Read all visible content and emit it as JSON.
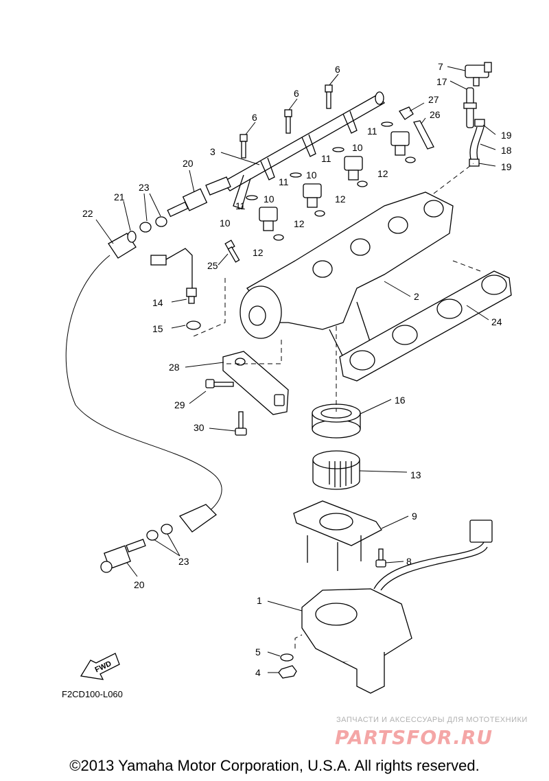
{
  "callouts": [
    {
      "id": "c1",
      "text": "1"
    },
    {
      "id": "c2",
      "text": "2"
    },
    {
      "id": "c3",
      "text": "3"
    },
    {
      "id": "c4",
      "text": "4"
    },
    {
      "id": "c5",
      "text": "5"
    },
    {
      "id": "c6a",
      "text": "6"
    },
    {
      "id": "c6b",
      "text": "6"
    },
    {
      "id": "c6c",
      "text": "6"
    },
    {
      "id": "c7",
      "text": "7"
    },
    {
      "id": "c8",
      "text": "8"
    },
    {
      "id": "c9",
      "text": "9"
    },
    {
      "id": "c10a",
      "text": "10"
    },
    {
      "id": "c10b",
      "text": "10"
    },
    {
      "id": "c10c",
      "text": "10"
    },
    {
      "id": "c10d",
      "text": "10"
    },
    {
      "id": "c11a",
      "text": "11"
    },
    {
      "id": "c11b",
      "text": "11"
    },
    {
      "id": "c11c",
      "text": "11"
    },
    {
      "id": "c11d",
      "text": "11"
    },
    {
      "id": "c12a",
      "text": "12"
    },
    {
      "id": "c12b",
      "text": "12"
    },
    {
      "id": "c12c",
      "text": "12"
    },
    {
      "id": "c12d",
      "text": "12"
    },
    {
      "id": "c13",
      "text": "13"
    },
    {
      "id": "c14",
      "text": "14"
    },
    {
      "id": "c15",
      "text": "15"
    },
    {
      "id": "c16",
      "text": "16"
    },
    {
      "id": "c17",
      "text": "17"
    },
    {
      "id": "c18",
      "text": "18"
    },
    {
      "id": "c19a",
      "text": "19"
    },
    {
      "id": "c19b",
      "text": "19"
    },
    {
      "id": "c20a",
      "text": "20"
    },
    {
      "id": "c20b",
      "text": "20"
    },
    {
      "id": "c21",
      "text": "21"
    },
    {
      "id": "c22",
      "text": "22"
    },
    {
      "id": "c23a",
      "text": "23"
    },
    {
      "id": "c23b",
      "text": "23"
    },
    {
      "id": "c24",
      "text": "24"
    },
    {
      "id": "c25",
      "text": "25"
    },
    {
      "id": "c26",
      "text": "26"
    },
    {
      "id": "c27",
      "text": "27"
    },
    {
      "id": "c28",
      "text": "28"
    },
    {
      "id": "c29",
      "text": "29"
    },
    {
      "id": "c30",
      "text": "30"
    }
  ],
  "fwd_label": "FWD",
  "diagram_code": "F2CD100-L060",
  "watermark": {
    "tagline": "ЗАПЧАСТИ И АКСЕССУАРЫ ДЛЯ МОТОТЕХНИКИ",
    "logo": "PARTSFOR.RU",
    "logo_color": "#f4a6a6"
  },
  "copyright": "©2013 Yamaha Motor Corporation, U.S.A. All rights reserved."
}
